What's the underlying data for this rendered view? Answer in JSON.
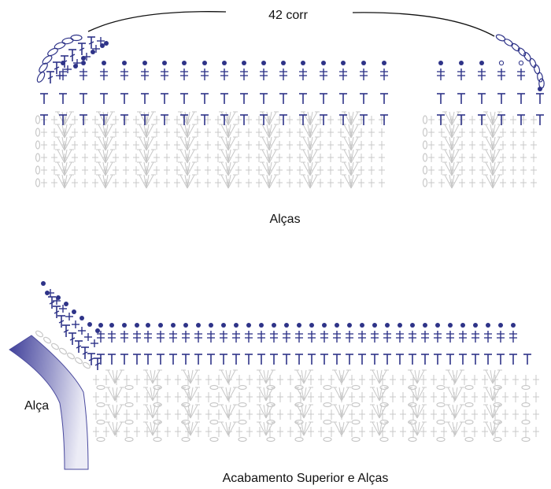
{
  "diagram_top": {
    "count_label": "42 corr",
    "caption": "Alças"
  },
  "diagram_bottom": {
    "strap_label": "Alça",
    "caption": "Acabamento Superior e Alças"
  },
  "colors": {
    "stitch_blue": "#2e3388",
    "stitch_grey": "#c8c8c8",
    "strap_dark": "#3f3f99",
    "strap_light": "#e6e6f2",
    "text": "#111111"
  }
}
